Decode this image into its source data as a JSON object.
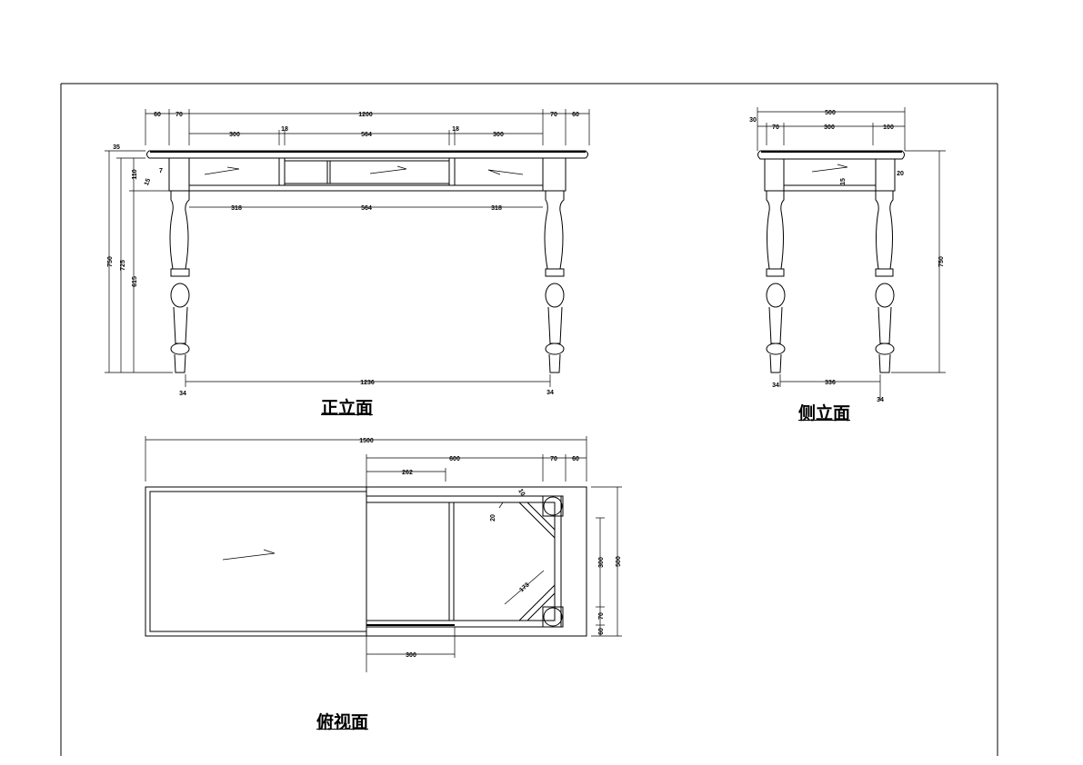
{
  "views": {
    "front": {
      "title": "正立面",
      "dims": {
        "overhang_left": "60",
        "leg_left": "70",
        "span": "1200",
        "leg_right": "70",
        "overhang_right": "60",
        "drawer_left": "300",
        "divider_left": "18",
        "drawer_center": "564",
        "divider_right": "18",
        "drawer_right": "300",
        "lower_left": "318",
        "lower_center": "564",
        "lower_right": "318",
        "leg_outer": "1236",
        "foot_left": "34",
        "foot_right": "34",
        "total_height": "750",
        "height_under_top": "725",
        "leg_height": "615",
        "apron_height": "110",
        "top_thickness": "35",
        "inset_7": "7",
        "inset_15": "15"
      }
    },
    "side": {
      "title": "侧立面",
      "dims": {
        "depth": "500",
        "overhang": "30",
        "leg": "70",
        "inner": "300",
        "rear": "100",
        "apron_offset": "20",
        "inset": "15",
        "total_height": "750",
        "leg_outer": "336",
        "foot_left": "34",
        "foot_right": "34"
      }
    },
    "top": {
      "title": "俯视面",
      "dims": {
        "length": "1500",
        "half": "600",
        "leg": "70",
        "overhang": "60",
        "offset": "262",
        "slide": "300",
        "depth": "500",
        "inner": "300",
        "leg_depth": "70",
        "edge": "60",
        "brace": "173",
        "rail": "20",
        "gap": "10"
      }
    }
  }
}
